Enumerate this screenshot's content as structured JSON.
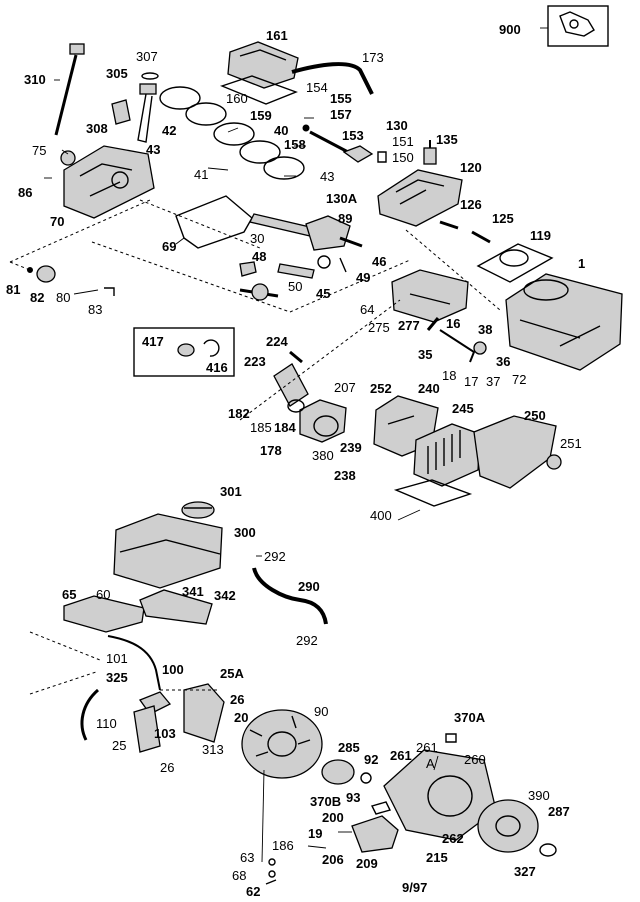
{
  "labels": {
    "p900": "900",
    "p161": "161",
    "p307": "307",
    "p173": "173",
    "p310": "310",
    "p305": "305",
    "p160": "160",
    "p154": "154",
    "p155": "155",
    "p157": "157",
    "p159": "159",
    "p42": "42",
    "p40": "40",
    "p308": "308",
    "p130": "130",
    "p151": "151",
    "p135": "135",
    "p153": "153",
    "p75": "75",
    "p43a": "43",
    "p158": "158",
    "p150": "150",
    "p120": "120",
    "p41": "41",
    "p43b": "43",
    "p86": "86",
    "p130a": "130A",
    "p126": "126",
    "p89": "89",
    "p125": "125",
    "p70": "70",
    "p119": "119",
    "p30": "30",
    "p69": "69",
    "p46": "46",
    "p48": "48",
    "p1": "1",
    "p49": "49",
    "p81": "81",
    "p82": "82",
    "p80": "80",
    "p50": "50",
    "p45": "45",
    "p64": "64",
    "p83": "83",
    "p275": "275",
    "p277": "277",
    "p16": "16",
    "p38": "38",
    "p417": "417",
    "p224": "224",
    "p416": "416",
    "p35": "35",
    "p36": "36",
    "p223": "223",
    "p18": "18",
    "p17": "17",
    "p37": "37",
    "p72": "72",
    "p207": "207",
    "p252": "252",
    "p240": "240",
    "p245": "245",
    "p250": "250",
    "p182": "182",
    "p185": "185",
    "p184": "184",
    "p251": "251",
    "p239": "239",
    "p178": "178",
    "p380": "380",
    "p238": "238",
    "p400": "400",
    "p301": "301",
    "p300": "300",
    "p292a": "292",
    "p290": "290",
    "p65": "65",
    "p60": "60",
    "p341": "341",
    "p342": "342",
    "p292b": "292",
    "p101": "101",
    "p100": "100",
    "p325": "325",
    "p25a": "25A",
    "p26a": "26",
    "p20": "20",
    "p110": "110",
    "p103": "103",
    "p25": "25",
    "p313": "313",
    "p26b": "26",
    "p90": "90",
    "p370a": "370A",
    "p285": "285",
    "p92": "92",
    "p261a": "261",
    "p261b": "261",
    "p260": "260",
    "pA": "A",
    "p390": "390",
    "p370b": "370B",
    "p93": "93",
    "p287": "287",
    "p200": "200",
    "p262": "262",
    "p19": "19",
    "p186": "186",
    "p215": "215",
    "p206": "206",
    "p209": "209",
    "p327": "327",
    "p63": "63",
    "p68": "68",
    "p62": "62",
    "date": "9/97"
  }
}
